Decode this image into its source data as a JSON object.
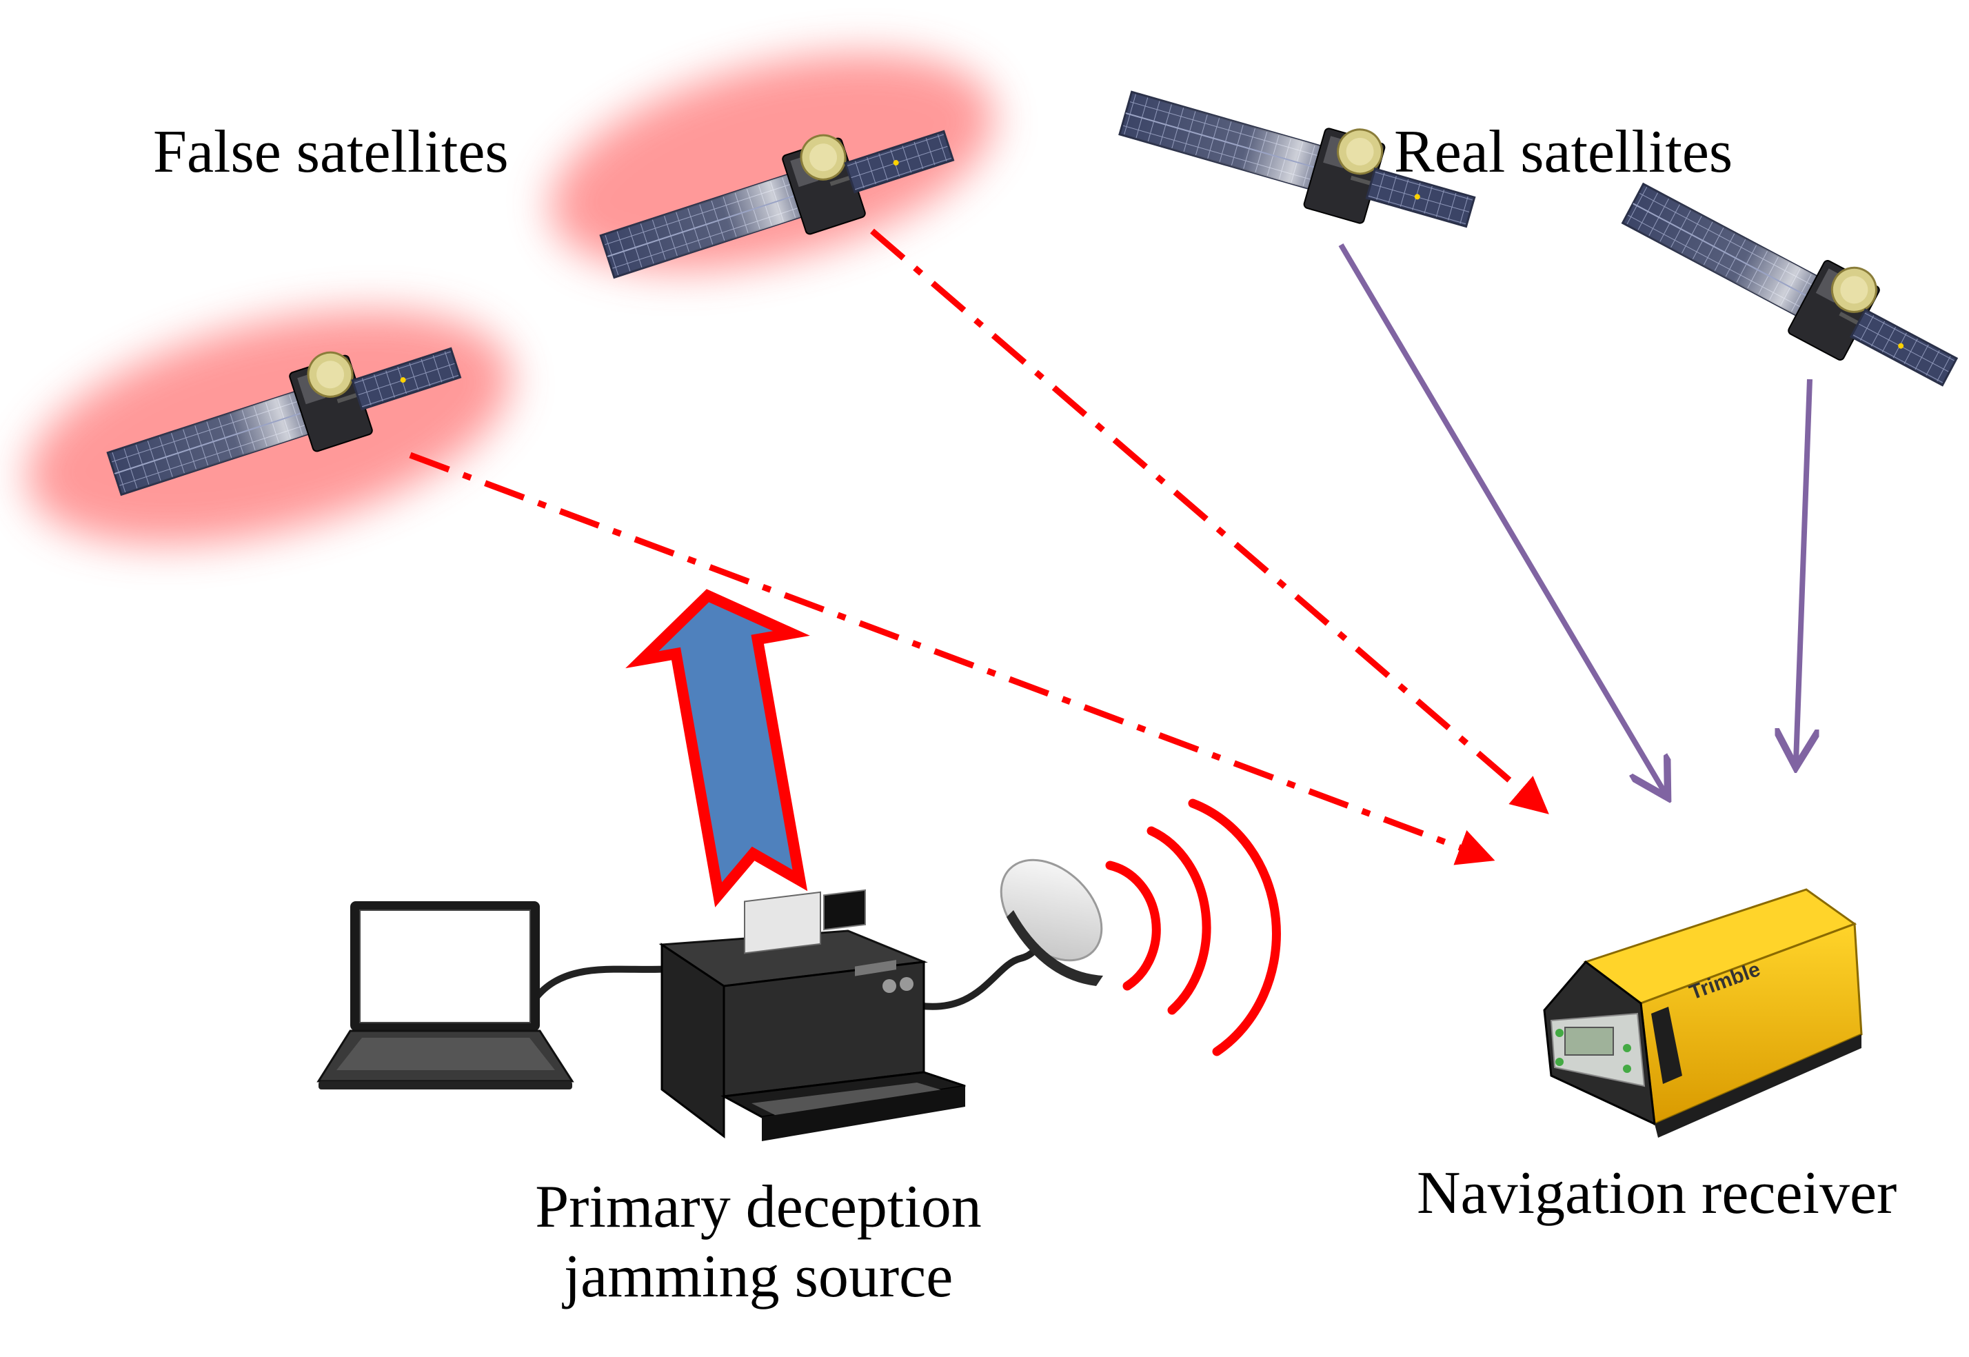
{
  "labels": {
    "false_satellites": "False satellites",
    "real_satellites": "Real satellites",
    "jamming_source_line1": "Primary deception",
    "jamming_source_line2": "jamming source",
    "navigation_receiver": "Navigation receiver"
  },
  "receiver_brand": "Trimble",
  "colors": {
    "false_signal": "#ff0000",
    "real_signal": "#8064a2",
    "uplink_fill": "#4f81bd",
    "uplink_border": "#ff0000",
    "false_glow": "#ff8080",
    "receiver_body": "#f2b800"
  }
}
